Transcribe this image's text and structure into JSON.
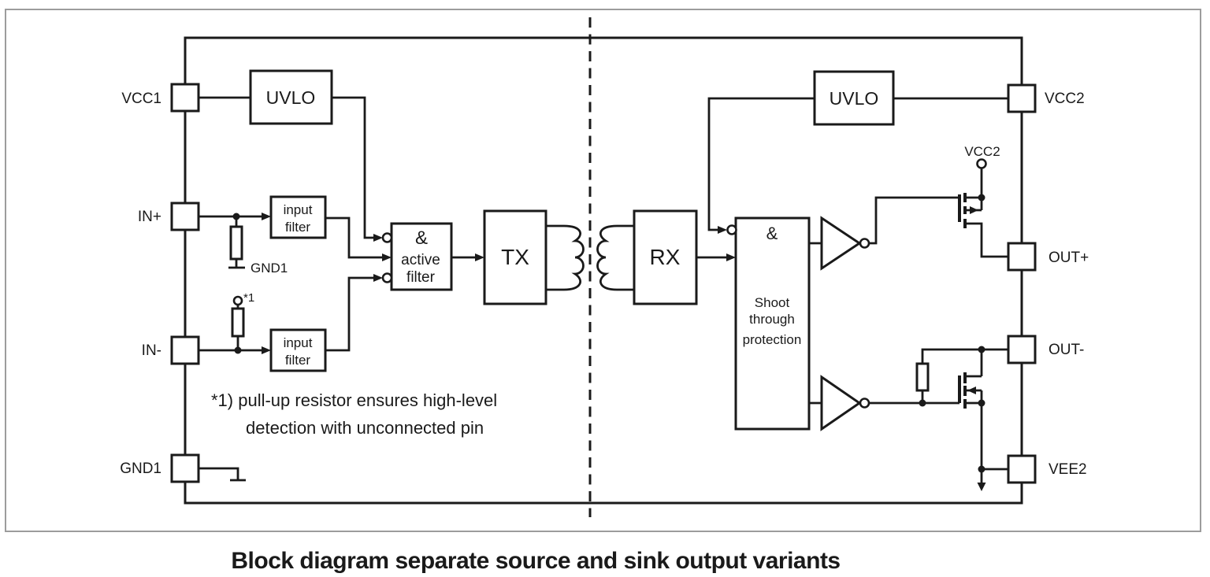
{
  "caption": "Block diagram separate source and sink output variants",
  "note": {
    "line1": "*1) pull-up resistor ensures high-level",
    "line2": "detection with unconnected pin"
  },
  "pins": {
    "vcc1": "VCC1",
    "in_plus": "IN+",
    "in_minus": "IN-",
    "gnd1": "GND1",
    "vcc2": "VCC2",
    "out_plus": "OUT+",
    "out_minus": "OUT-",
    "vee2": "VEE2"
  },
  "blocks": {
    "uvlo_left": "UVLO",
    "uvlo_right": "UVLO",
    "input_filter_top": {
      "line1": "input",
      "line2": "filter"
    },
    "input_filter_bottom": {
      "line1": "input",
      "line2": "filter"
    },
    "active_filter": {
      "symbol": "&",
      "line1": "active",
      "line2": "filter"
    },
    "tx": "TX",
    "rx": "RX",
    "shoot_through": {
      "symbol": "&",
      "line1": "Shoot",
      "line2": "through",
      "line3": "protection"
    }
  },
  "net_labels": {
    "gnd1": "GND1",
    "pullup": "*1",
    "vcc2": "VCC2"
  },
  "colors": {
    "line": "#1a1a1a",
    "outer_border": "#9c9c9c",
    "background": "#ffffff"
  }
}
